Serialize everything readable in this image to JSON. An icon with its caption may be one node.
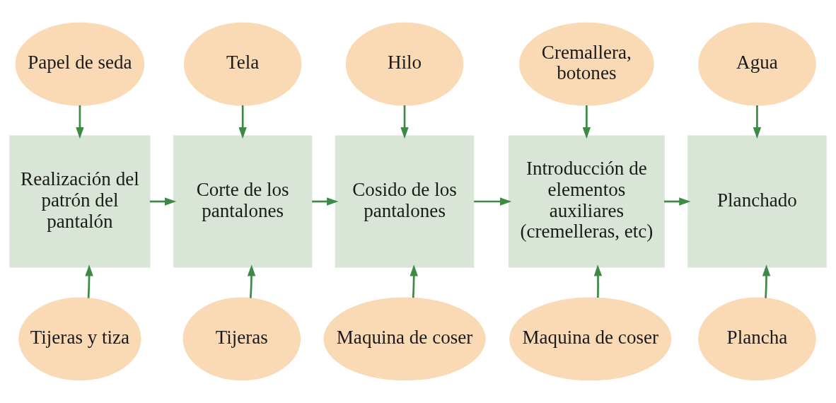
{
  "diagram": {
    "nodes": [
      {
        "text": [
          "Papel de seda"
        ]
      },
      {
        "text": [
          "Tela"
        ]
      },
      {
        "text": [
          "Hilo"
        ]
      },
      {
        "text": [
          "Cremallera, botones"
        ]
      },
      {
        "text": [
          "Agua"
        ]
      },
      {
        "text": [
          "Realización del patrón del pantalón"
        ]
      },
      {
        "text": [
          "Corte de los pantalones"
        ]
      },
      {
        "text": [
          "Cosido de los pantalones"
        ]
      },
      {
        "text": [
          "Introducción de elementos auxiliares (cremelleras, etc)"
        ]
      },
      {
        "text": [
          "Planchado"
        ]
      },
      {
        "text": [
          "Tijeras y tiza"
        ]
      },
      {
        "text": [
          "Tijeras"
        ]
      },
      {
        "text": [
          "Maquina de coser"
        ]
      },
      {
        "text": [
          "Maquina de coser"
        ]
      },
      {
        "text": [
          "Plancha"
        ]
      }
    ],
    "edges": [
      {
        "from": 0,
        "to": 5,
        "arrow": "to"
      },
      {
        "from": 1,
        "to": 6,
        "arrow": "to"
      },
      {
        "from": 2,
        "to": 7,
        "arrow": "to"
      },
      {
        "from": 3,
        "to": 8,
        "arrow": "to"
      },
      {
        "from": 4,
        "to": 9,
        "arrow": "to"
      },
      {
        "from": 5,
        "to": 6,
        "arrow": "to"
      },
      {
        "from": 6,
        "to": 7,
        "arrow": "to"
      },
      {
        "from": 7,
        "to": 8,
        "arrow": "to"
      },
      {
        "from": 8,
        "to": 9,
        "arrow": "to"
      },
      {
        "from": 10,
        "to": 5,
        "arrow": "to"
      },
      {
        "from": 11,
        "to": 6,
        "arrow": "to"
      },
      {
        "from": 12,
        "to": 7,
        "arrow": "to"
      },
      {
        "from": 13,
        "to": 8,
        "arrow": "to"
      },
      {
        "from": 14,
        "to": 9,
        "arrow": "to"
      }
    ]
  }
}
